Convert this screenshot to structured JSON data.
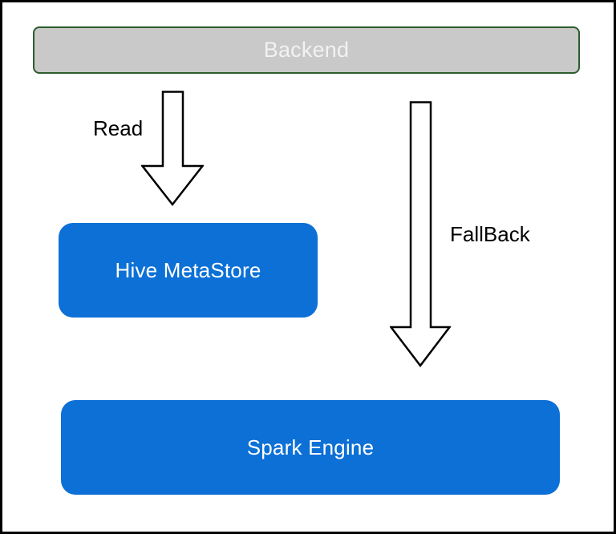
{
  "colors": {
    "canvas-bg": "#ffffff",
    "frame-border": "#000000",
    "backend-fill": "#c9c9c9",
    "backend-border": "#2e5c2e",
    "backend-text": "#f2f2f2",
    "node-blue": "#0c70d6",
    "node-text": "#ffffff",
    "arrow-fill": "#ffffff",
    "arrow-outline": "#000000",
    "label-text": "#000000"
  },
  "diagram": {
    "nodes": {
      "backend": {
        "label": "Backend"
      },
      "hive_metastore": {
        "label": "Hive MetaStore"
      },
      "spark_engine": {
        "label": "Spark Engine"
      }
    },
    "edges": {
      "read": {
        "label": "Read",
        "from": "backend",
        "to": "hive_metastore"
      },
      "fallback": {
        "label": "FallBack",
        "from": "backend",
        "to": "spark_engine"
      }
    }
  }
}
